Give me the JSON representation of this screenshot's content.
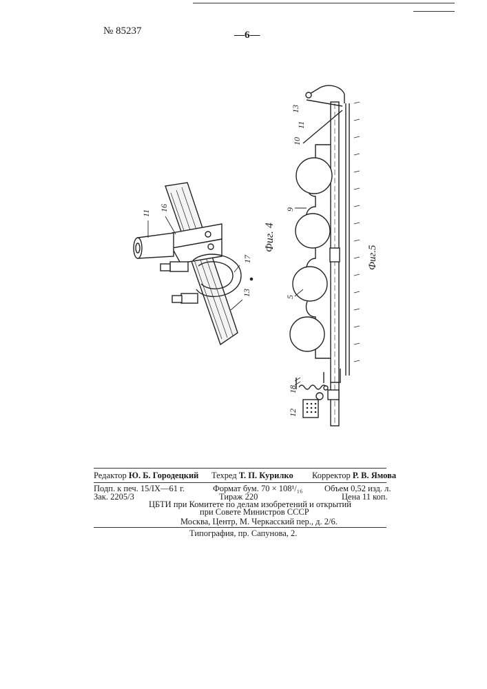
{
  "header": {
    "patent_number": "№ 85237",
    "page_number": "—6—"
  },
  "figures": {
    "fig4": {
      "caption": "Фиг. 4",
      "labels": [
        "11",
        "16",
        "17",
        "13"
      ]
    },
    "fig5": {
      "caption": "Фиг.5",
      "labels": [
        "10",
        "11",
        "13",
        "9",
        "5",
        "18",
        "12"
      ]
    }
  },
  "imprint": {
    "editor_label": "Редактор",
    "editor_name": "Ю. Б. Городецкий",
    "tech_label": "Техред",
    "tech_name": "Т. П. Курилко",
    "corrector_label": "Корректор",
    "corrector_name": "Р. В. Ямова",
    "signed": "Подп. к печ. 15/IX—61 г.",
    "format": "Формат бум. 70 × 108¹/₁₆",
    "volume": "Объем 0,52 изд. л.",
    "order": "Зак. 2205/3",
    "circulation": "Тираж 220",
    "price": "Цена 11 коп.",
    "publisher_line1": "ЦБТИ при Комитете по делам изобретений и открытий",
    "publisher_line2": "при Совете Министров СССР",
    "address": "Москва, Центр, М. Черкасский пер., д. 2/6.",
    "printer": "Типография, пр. Сапунова, 2."
  }
}
